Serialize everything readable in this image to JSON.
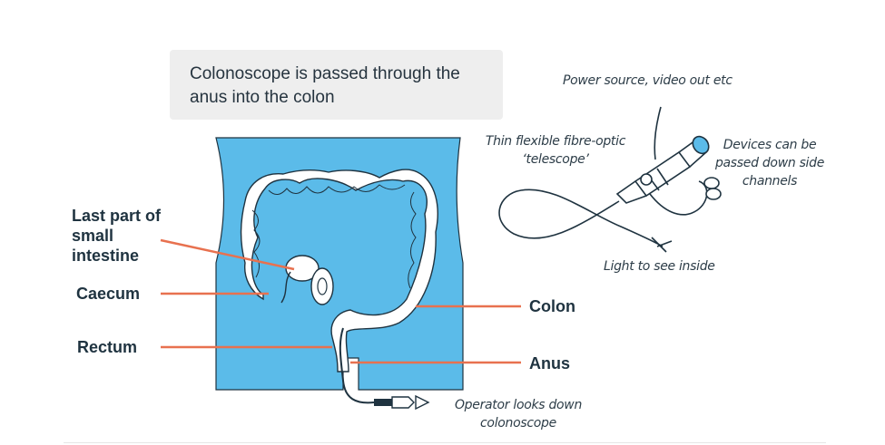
{
  "caption": "Colonoscope is passed through the anus into the colon",
  "labels": {
    "small_intestine": "Last part of small intestine",
    "caecum": "Caecum",
    "rectum": "Rectum",
    "colon": "Colon",
    "anus": "Anus"
  },
  "notes": {
    "power": "Power source, video out etc",
    "telescope": "Thin flexible fibre-optic ‘telescope’",
    "devices": "Devices can be passed down side channels",
    "light": "Light to see inside",
    "operator": "Operator looks down colonoscope"
  },
  "colors": {
    "body_fill": "#5bbbe9",
    "organ_fill": "#ffffff",
    "outline": "#1f3340",
    "pointer": "#e8714f",
    "caption_bg": "#eeeeee"
  }
}
